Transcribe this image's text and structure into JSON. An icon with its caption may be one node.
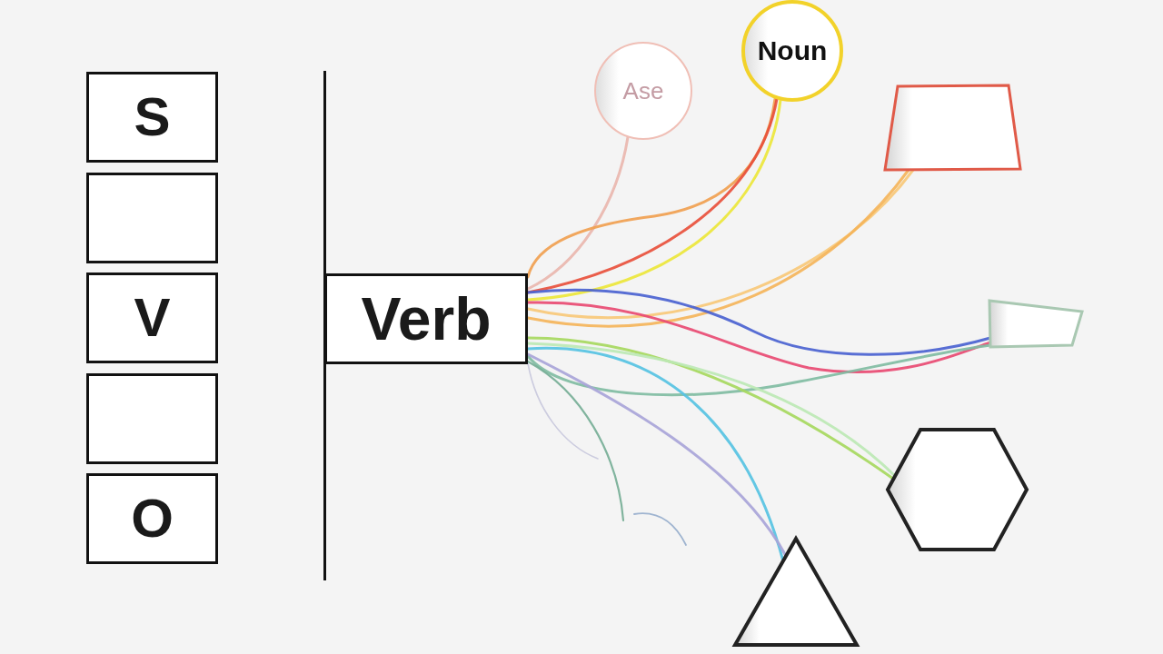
{
  "diagram": {
    "nodes": [
      {
        "text": [
          "S"
        ]
      },
      {
        "text": [],
        "shape": "box"
      },
      {
        "text": [
          "V"
        ]
      },
      {
        "text": [],
        "shape": "box"
      },
      {
        "text": [
          "O"
        ]
      },
      {
        "text": [
          "Verb"
        ]
      },
      {
        "text": [
          "Ase"
        ]
      },
      {
        "text": [
          "Noun"
        ]
      },
      {
        "text": [],
        "shape": "trapezoid"
      },
      {
        "text": [],
        "shape": "trapezoid"
      },
      {
        "text": [],
        "shape": "hexagon"
      },
      {
        "text": [],
        "shape": "triangle"
      }
    ],
    "edges": [
      {
        "from": 5,
        "to": 6,
        "arrow": "none",
        "color": "#e9b6ae"
      },
      {
        "from": 5,
        "to": 7,
        "arrow": "none",
        "color": "#f0a050"
      },
      {
        "from": 5,
        "to": 7,
        "arrow": "none",
        "color": "#e8503c"
      },
      {
        "from": 5,
        "to": 7,
        "arrow": "none",
        "color": "#ece63a"
      },
      {
        "from": 5,
        "to": 8,
        "arrow": "none",
        "color": "#f7c878"
      },
      {
        "from": 5,
        "to": 8,
        "arrow": "none",
        "color": "#f4b45a"
      },
      {
        "from": 5,
        "to": 9,
        "arrow": "none",
        "color": "#4a62d0"
      },
      {
        "from": 5,
        "to": 9,
        "arrow": "none",
        "color": "#e84a72"
      },
      {
        "from": 5,
        "to": 9,
        "arrow": "none",
        "color": "#80bca2"
      },
      {
        "from": 5,
        "to": 10,
        "arrow": "none",
        "color": "#a6d85e"
      },
      {
        "from": 5,
        "to": 10,
        "arrow": "none",
        "color": "#bce8b4"
      },
      {
        "from": 5,
        "to": 11,
        "arrow": "none",
        "color": "#56c2e2"
      },
      {
        "from": 5,
        "to": 11,
        "arrow": "none",
        "color": "#a8a4d8"
      },
      {
        "from": 5,
        "to": null,
        "arrow": "none",
        "color": "#76ae96"
      },
      {
        "from": 5,
        "to": null,
        "arrow": "none",
        "color": "#c8c8dc"
      }
    ]
  }
}
